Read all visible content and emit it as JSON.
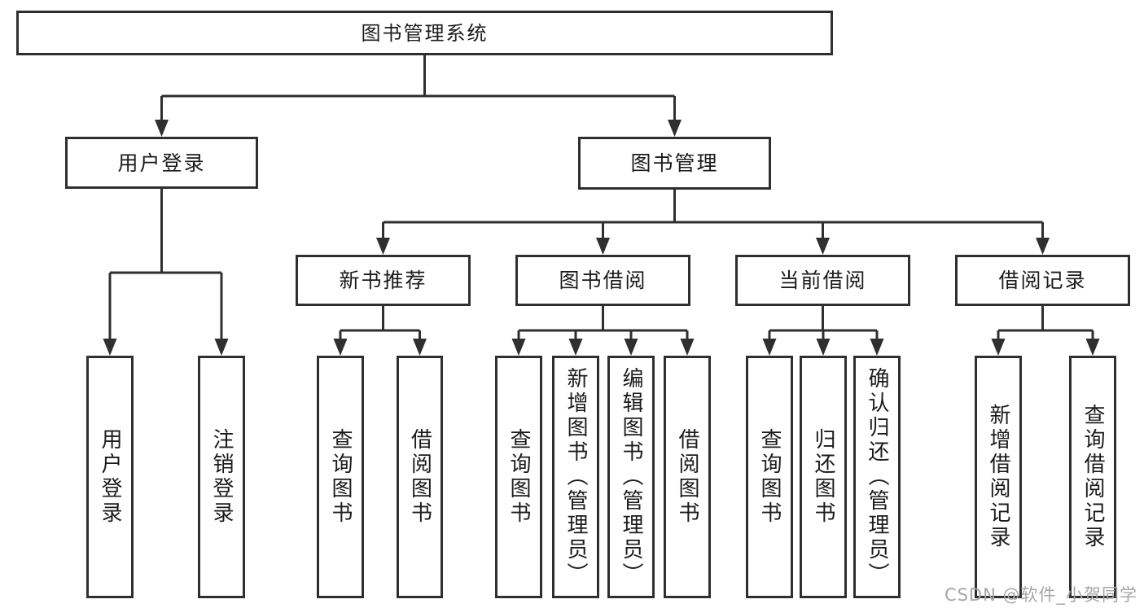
{
  "colors": {
    "line": "#2f2f2f",
    "text": "#1b1b1b",
    "watermark": "#a6a6a6",
    "background": "#ffffff"
  },
  "nodes": {
    "root": "图书管理系统",
    "level2": [
      "用户登录",
      "图书管理"
    ],
    "level3": [
      "新书推荐",
      "图书借阅",
      "当前借阅",
      "借阅记录"
    ],
    "leafGroups": [
      [
        "用户登录",
        "注销登录"
      ],
      [
        "查询图书",
        "借阅图书"
      ],
      [
        "查询图书",
        "新增图书（管理员）",
        "编辑图书（管理员）",
        "借阅图书"
      ],
      [
        "查询图书",
        "归还图书",
        "确认归还（管理员）"
      ],
      [
        "新增借阅记录",
        "查询借阅记录"
      ]
    ]
  },
  "watermark": "CSDN @软件_小贺同学"
}
